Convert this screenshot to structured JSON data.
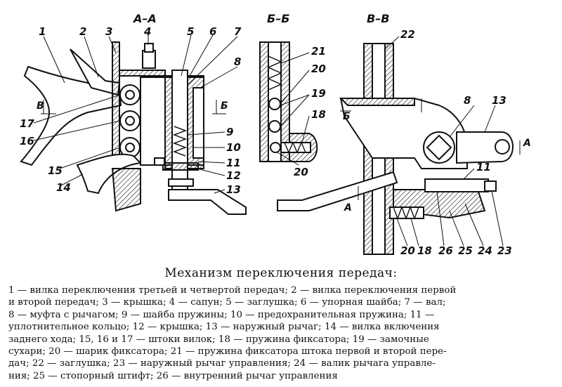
{
  "sections": {
    "aa": "А–А",
    "bb": "Б–Б",
    "vv": "В–В"
  },
  "pointers": {
    "v": "В",
    "b1": "Б",
    "b2": "Б",
    "a1": "А",
    "a2": "А"
  },
  "numbers": {
    "n1": "1",
    "n2": "2",
    "n3": "3",
    "n4": "4",
    "n5": "5",
    "n6": "6",
    "n7": "7",
    "n8": "8",
    "n9": "9",
    "n10": "10",
    "n11": "11",
    "n12": "12",
    "n13": "13",
    "n14": "14",
    "n15": "15",
    "n16": "16",
    "n17": "17",
    "b21": "21",
    "b20": "20",
    "b19": "19",
    "b18": "18",
    "b20b": "20",
    "v22": "22",
    "v8": "8",
    "v13": "13",
    "v11": "11",
    "v20": "20",
    "v18": "18",
    "v26": "26",
    "v25": "25",
    "v24": "24",
    "v23": "23"
  },
  "caption": {
    "title": "Механизм переключения передач:",
    "legend_lines": [
      "1 — вилка переключения третьей и четвертой передач; 2 — вилка переключения первой",
      "и второй передач; 3 — крышка; 4 — сапун; 5 — заглушка; 6 — упорная шайба; 7 — вал;",
      "8 — муфта с рычагом; 9 — шайба пружины; 10 — предохранительная пружина; 11 —",
      "уплотнительное кольцо; 12 — крышка; 13 — наружный рычаг; 14 — вилка включения",
      "заднего хода; 15, 16 и 17 — штоки вилок; 18 — пружина фиксатора; 19 — замочные",
      "сухари; 20 — шарик фиксатора; 21 — пружина фиксатора штока первой и второй пере-",
      "дач; 22 — заглушка; 23 — наружный рычаг управления; 24 — валик рычага управле-",
      "ния; 25 — стопорный штифт; 26 — внутренний рычаг управления"
    ]
  }
}
